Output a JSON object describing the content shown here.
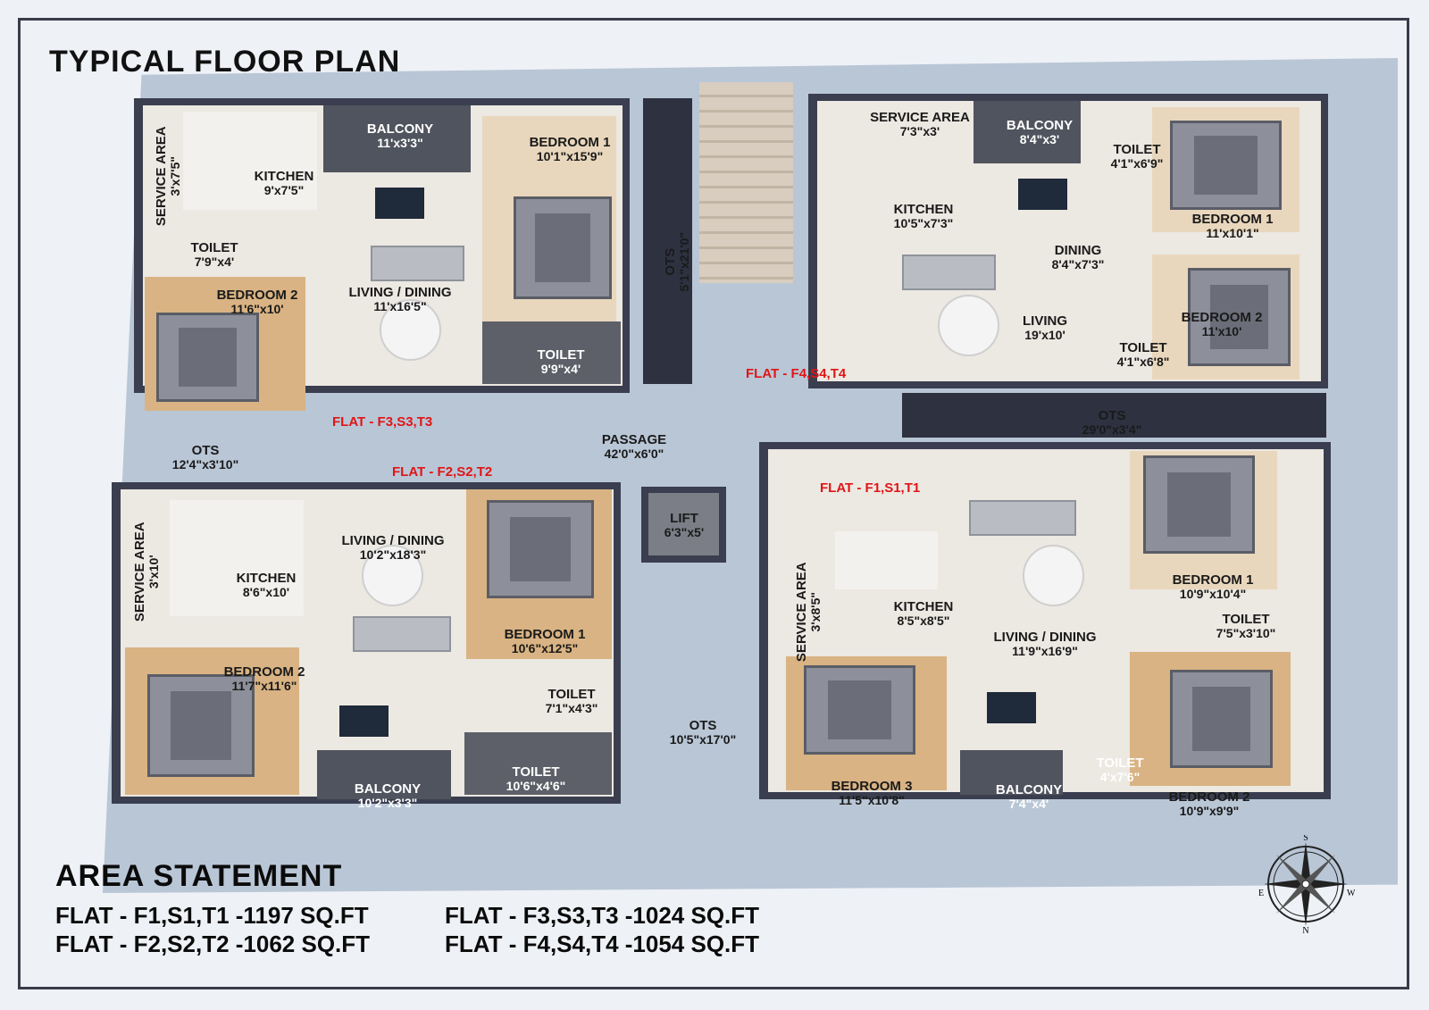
{
  "title": "TYPICAL FLOOR PLAN",
  "rooms": [
    {
      "name": "BALCONY",
      "dim": "11'x3'3\""
    },
    {
      "name": "BEDROOM 1",
      "dim": "10'1\"x15'9\""
    },
    {
      "name": "KITCHEN",
      "dim": "9'x7'5\""
    },
    {
      "name": "SERVICE AREA",
      "dim": "3'x7'5\""
    },
    {
      "name": "TOILET",
      "dim": "7'9\"x4'"
    },
    {
      "name": "BEDROOM 2",
      "dim": "11'6\"x10'"
    },
    {
      "name": "LIVING / DINING",
      "dim": "11'x16'5\""
    },
    {
      "name": "TOILET",
      "dim": "9'9\"x4'"
    },
    {
      "name": "OTS",
      "dim": "5'1\"x21'0\""
    },
    {
      "name": "SERVICE AREA",
      "dim": "7'3\"x3'"
    },
    {
      "name": "BALCONY",
      "dim": "8'4\"x3'"
    },
    {
      "name": "TOILET",
      "dim": "4'1\"x6'9\""
    },
    {
      "name": "BEDROOM 1",
      "dim": "11'x10'1\""
    },
    {
      "name": "KITCHEN",
      "dim": "10'5\"x7'3\""
    },
    {
      "name": "DINING",
      "dim": "8'4\"x7'3\""
    },
    {
      "name": "LIVING",
      "dim": "19'x10'"
    },
    {
      "name": "TOILET",
      "dim": "4'1\"x6'8\""
    },
    {
      "name": "BEDROOM 2",
      "dim": "11'x10'"
    },
    {
      "name": "OTS",
      "dim": "29'0\"x3'4\""
    },
    {
      "name": "PASSAGE",
      "dim": "42'0\"x6'0\""
    },
    {
      "name": "OTS",
      "dim": "12'4\"x3'10\""
    },
    {
      "name": "LIFT",
      "dim": "6'3\"x5'"
    },
    {
      "name": "SERVICE AREA",
      "dim": "3'x10'"
    },
    {
      "name": "KITCHEN",
      "dim": "8'6\"x10'"
    },
    {
      "name": "LIVING / DINING",
      "dim": "10'2\"x18'3\""
    },
    {
      "name": "BEDROOM 1",
      "dim": "10'6\"x12'5\""
    },
    {
      "name": "BEDROOM 2",
      "dim": "11'7\"x11'6\""
    },
    {
      "name": "TOILET",
      "dim": "7'1\"x4'3\""
    },
    {
      "name": "TOILET",
      "dim": "10'6\"x4'6\""
    },
    {
      "name": "BALCONY",
      "dim": "10'2\"x3'3\""
    },
    {
      "name": "OTS",
      "dim": "10'5\"x17'0\""
    },
    {
      "name": "SERVICE AREA",
      "dim": "3'x8'5\""
    },
    {
      "name": "KITCHEN",
      "dim": "8'5\"x8'5\""
    },
    {
      "name": "LIVING / DINING",
      "dim": "11'9\"x16'9\""
    },
    {
      "name": "BEDROOM 1",
      "dim": "10'9\"x10'4\""
    },
    {
      "name": "TOILET",
      "dim": "7'5\"x3'10\""
    },
    {
      "name": "BEDROOM 3",
      "dim": "11'5\"x10'8\""
    },
    {
      "name": "BALCONY",
      "dim": "7'4\"x4'"
    },
    {
      "name": "TOILET",
      "dim": "4'x7'6\""
    },
    {
      "name": "BEDROOM 2",
      "dim": "10'9\"x9'9\""
    }
  ],
  "flat_tags": [
    "FLAT - F4,S4,T4",
    "FLAT - F3,S3,T3",
    "FLAT - F2,S2,T2",
    "FLAT - F1,S1,T1"
  ],
  "area_statement": {
    "heading": "AREA STATEMENT",
    "rows": [
      "FLAT - F1,S1,T1 -1197 SQ.FT",
      "FLAT - F2,S2,T2 -1062 SQ.FT",
      "FLAT - F3,S3,T3 -1024 SQ.FT",
      "FLAT - F4,S4,T4 -1054 SQ.FT"
    ]
  },
  "compass": {
    "n": "N",
    "s": "S",
    "e": "E",
    "w": "W"
  }
}
